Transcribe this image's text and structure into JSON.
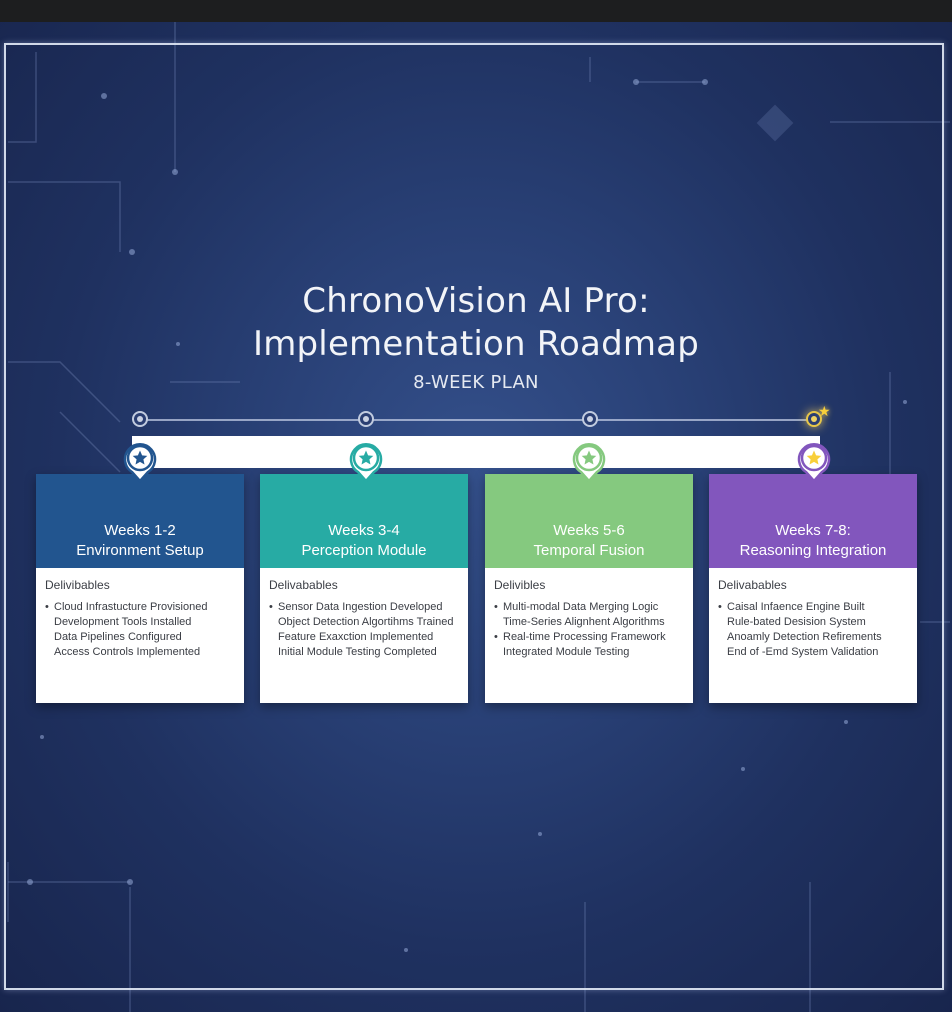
{
  "title": {
    "line1": "ChronoVision AI Pro:",
    "line2": "Implementation Roadmap"
  },
  "subtitle": "8-WEEK PLAN",
  "colors": {
    "phase1": "#22558f",
    "phase2": "#27aba4",
    "phase3": "#85c97f",
    "phase4": "#8256bd",
    "highlight_star": "#f8cf3a"
  },
  "phases": [
    {
      "weeks": "Weeks 1-2",
      "title": "Environment Setup",
      "icon": "star-pin-icon",
      "deliverables_label": "Delivibables",
      "deliverables": [
        {
          "text": "Cloud Infrastucture Provisioned",
          "bullet": true
        },
        {
          "text": "Development Tools Installed",
          "bullet": false
        },
        {
          "text": "Data Pipelines Configured",
          "bullet": false
        },
        {
          "text": "Access Controls Implemented",
          "bullet": false
        }
      ]
    },
    {
      "weeks": "Weeks 3-4",
      "title": "Perception Module",
      "icon": "star-pin-icon",
      "deliverables_label": "Delivabables",
      "deliverables": [
        {
          "text": "Sensor Data Ingestion Developed",
          "bullet": true
        },
        {
          "text": "Object Detection Algortihms Trained",
          "bullet": false
        },
        {
          "text": "Feature Exaxction Implemented",
          "bullet": false
        },
        {
          "text": "Initial Module Testing Completed",
          "bullet": false
        }
      ]
    },
    {
      "weeks": "Weeks 5-6",
      "title": "Temporal Fusion",
      "icon": "star-pin-icon",
      "deliverables_label": "Delivibles",
      "deliverables": [
        {
          "text": "Multi-modal Data Merging Logic",
          "bullet": true
        },
        {
          "text": "Time-Series Alignhent Algorithms",
          "bullet": false
        },
        {
          "text": "Real-time Processing Framework",
          "bullet": true
        },
        {
          "text": "Integrated Module Testing",
          "bullet": false
        }
      ]
    },
    {
      "weeks": "Weeks 7-8:",
      "title": "Reasoning Integration",
      "icon": "star-pin-icon",
      "deliverables_label": "Delivabables",
      "deliverables": [
        {
          "text": "Caisal Infaence Engine Built",
          "bullet": true
        },
        {
          "text": "Rule-bated Desision System",
          "bullet": false
        },
        {
          "text": "Anoamly Detection Refirements",
          "bullet": false
        },
        {
          "text": "End of -Emd System Validation",
          "bullet": false
        }
      ]
    }
  ]
}
